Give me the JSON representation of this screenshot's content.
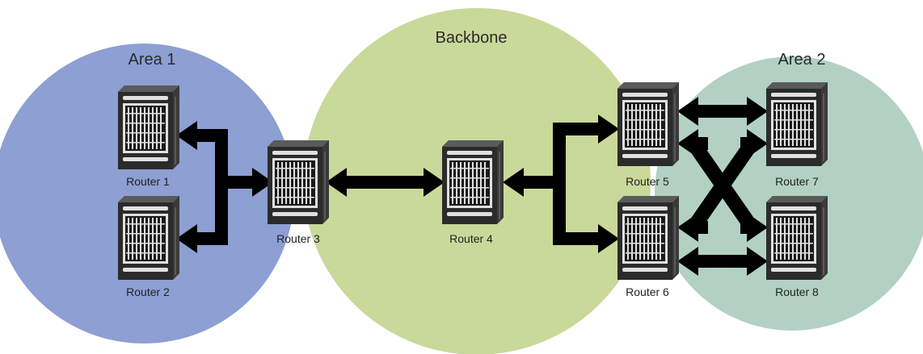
{
  "areas": [
    {
      "id": "area1",
      "label": "Area 1",
      "color": "#8d9fd3"
    },
    {
      "id": "backbone",
      "label": "Backbone",
      "color": "#c9d99a"
    },
    {
      "id": "area2",
      "label": "Area 2",
      "color": "#b2d1c3"
    }
  ],
  "routers": [
    {
      "id": "r1",
      "label": "Router 1"
    },
    {
      "id": "r2",
      "label": "Router 2"
    },
    {
      "id": "r3",
      "label": "Router 3"
    },
    {
      "id": "r4",
      "label": "Router 4"
    },
    {
      "id": "r5",
      "label": "Router 5"
    },
    {
      "id": "r6",
      "label": "Router 6"
    },
    {
      "id": "r7",
      "label": "Router 7"
    },
    {
      "id": "r8",
      "label": "Router 8"
    }
  ],
  "links": [
    {
      "from": "Router 3",
      "to": "Router 1"
    },
    {
      "from": "Router 3",
      "to": "Router 2"
    },
    {
      "from": "Router 3",
      "to": "Router 4"
    },
    {
      "from": "Router 4",
      "to": "Router 5"
    },
    {
      "from": "Router 4",
      "to": "Router 6"
    },
    {
      "from": "Router 5",
      "to": "Router 7"
    },
    {
      "from": "Router 5",
      "to": "Router 8"
    },
    {
      "from": "Router 6",
      "to": "Router 7"
    },
    {
      "from": "Router 6",
      "to": "Router 8"
    }
  ],
  "colors": {
    "link": "#000000",
    "router_body": "#3a3a3a",
    "router_panel": "#e0e0e0"
  }
}
